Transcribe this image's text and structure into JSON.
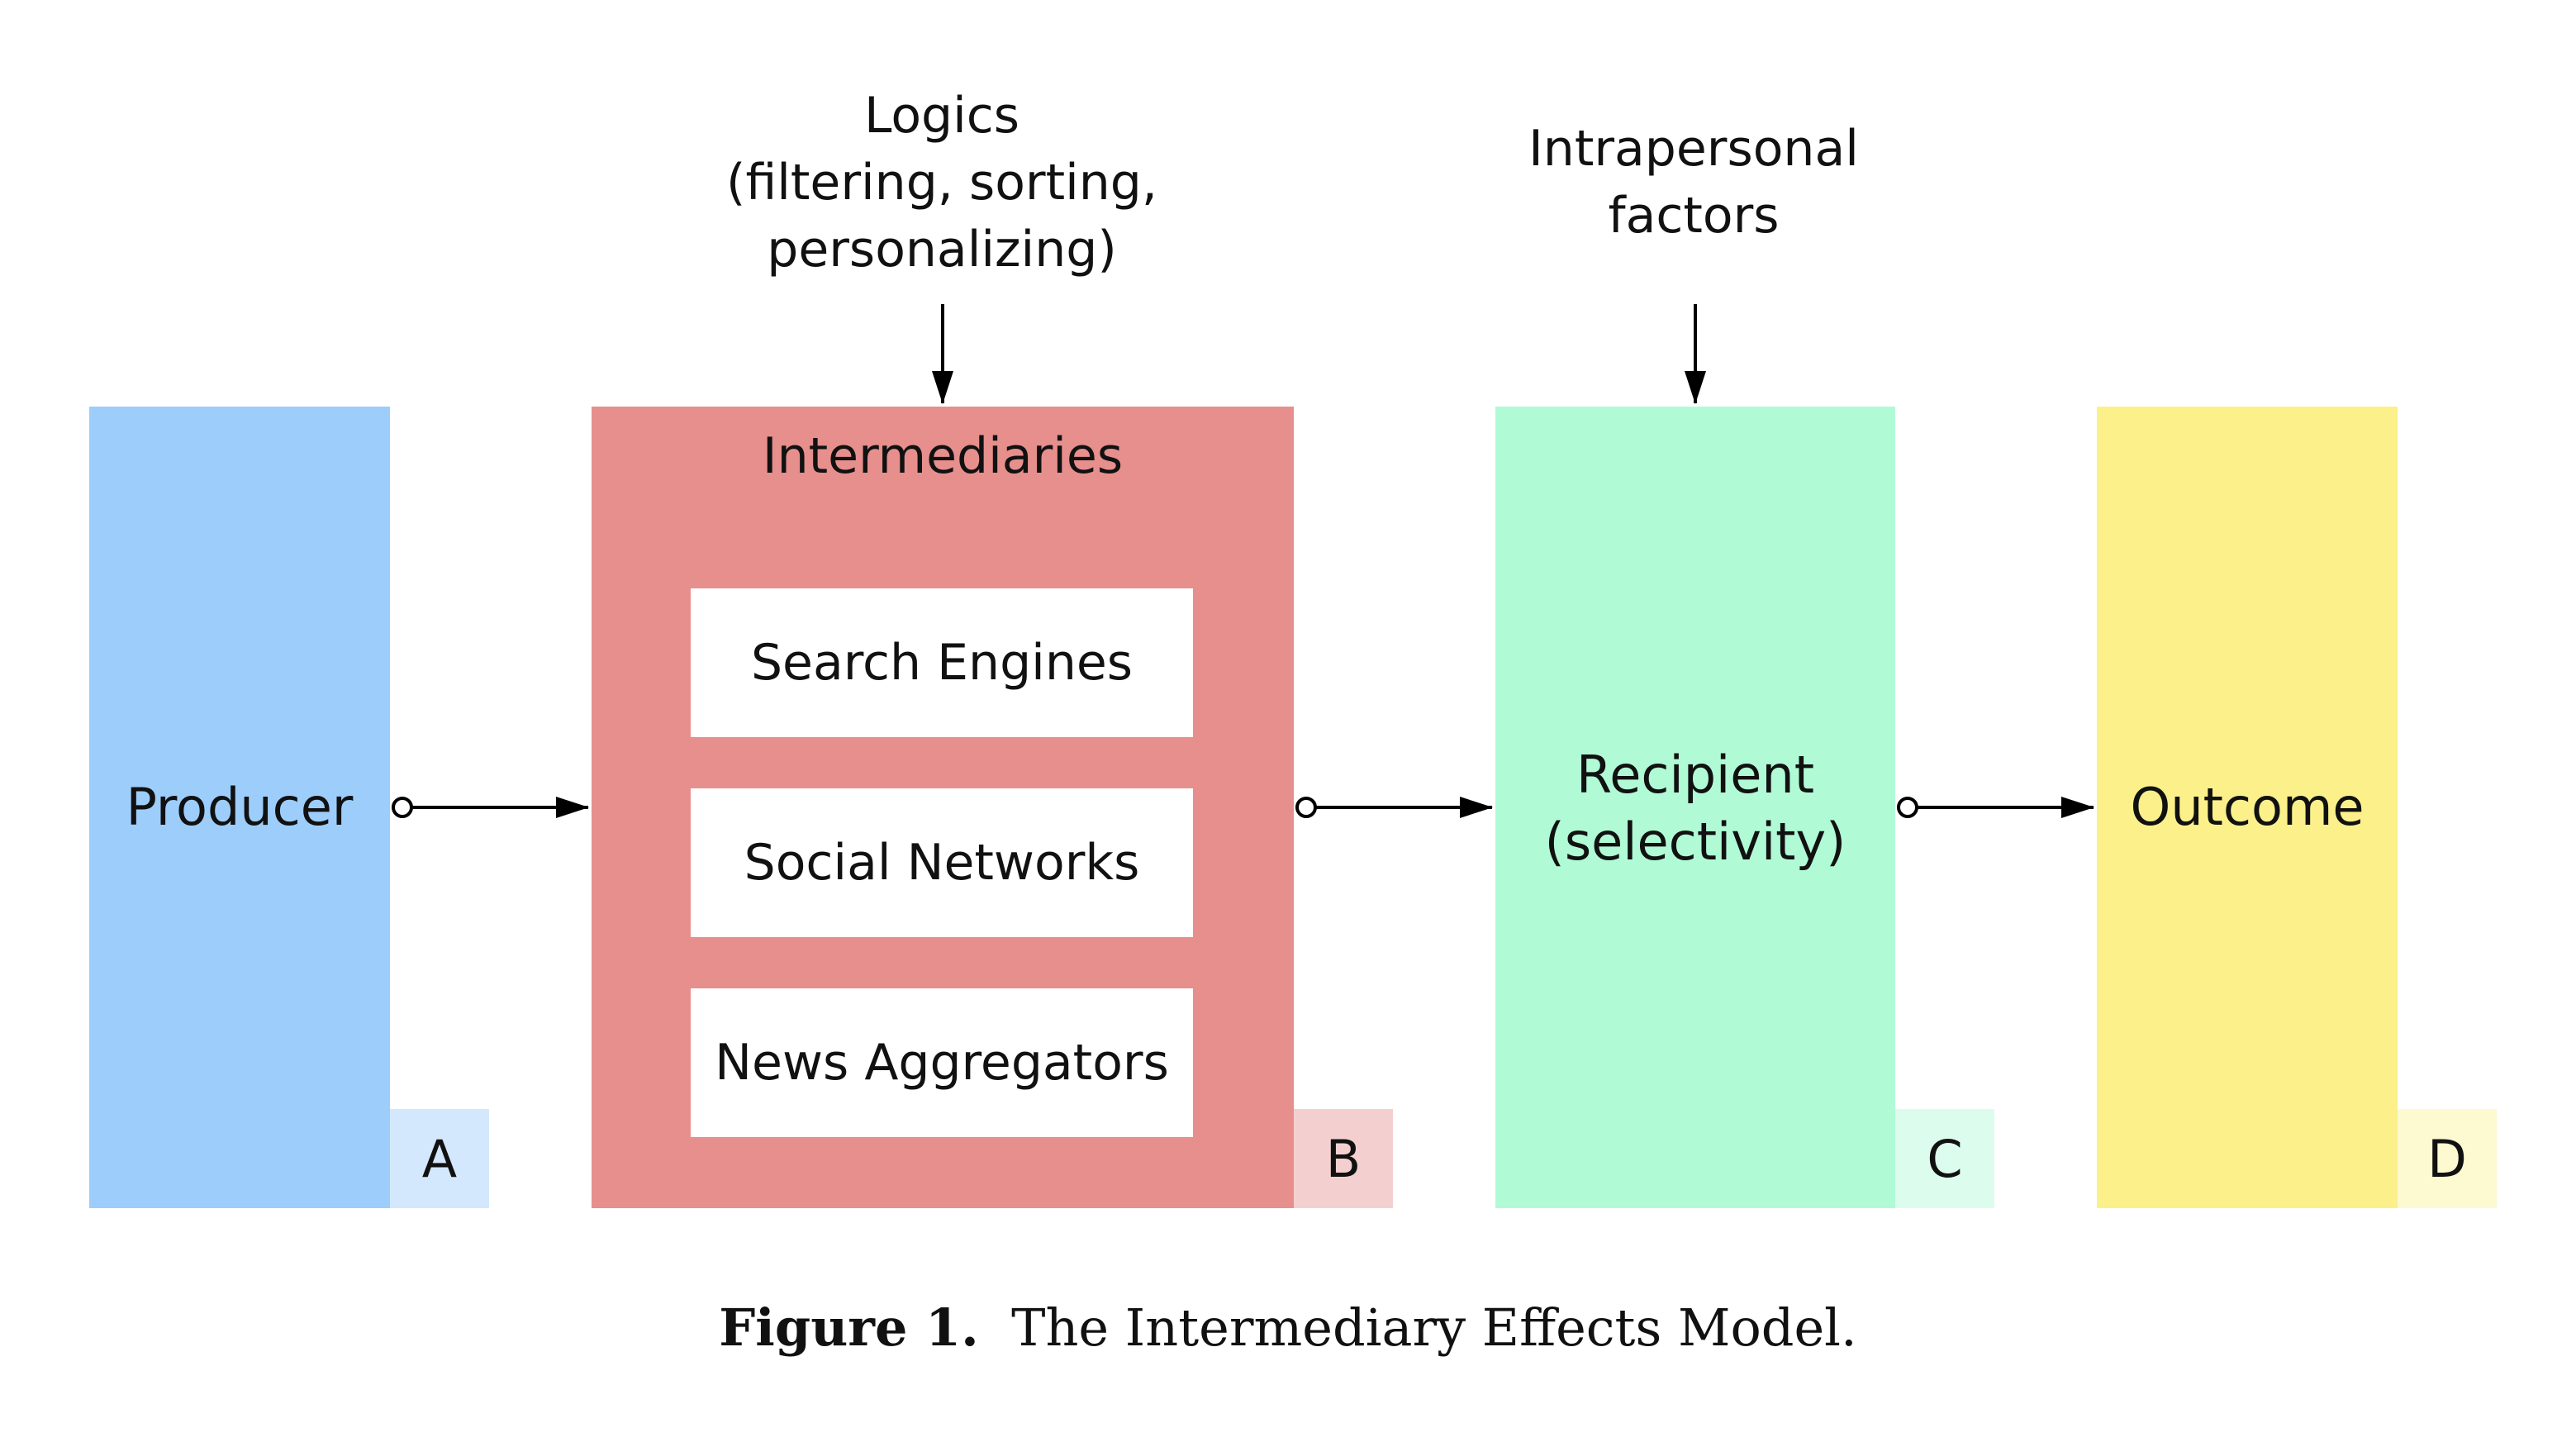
{
  "colors": {
    "producer": "#9dcdfb",
    "producer_tag": "#d4e8fd",
    "intermediaries": "#e68f8d",
    "intermediaries_tag": "#f3d0cf",
    "recipient": "#b0fbd6",
    "recipient_tag": "#dcfdee",
    "outcome": "#fbf08a",
    "outcome_tag": "#fdf9d1",
    "inner_box": "#ffffff",
    "arrow": "#000000"
  },
  "top_labels": {
    "logics": [
      "Logics",
      "(filtering, sorting,",
      "personalizing)"
    ],
    "intrapersonal": [
      "Intrapersonal",
      "factors"
    ]
  },
  "stages": {
    "producer": {
      "label": "Producer",
      "tag": "A"
    },
    "intermediaries": {
      "label": "Intermediaries",
      "tag": "B",
      "items": [
        "Search Engines",
        "Social Networks",
        "News Aggregators"
      ]
    },
    "recipient": {
      "label_lines": [
        "Recipient",
        "(selectivity)"
      ],
      "tag": "C"
    },
    "outcome": {
      "label": "Outcome",
      "tag": "D"
    }
  },
  "caption": {
    "label": "Figure 1.",
    "text": "The Intermediary Effects Model."
  }
}
